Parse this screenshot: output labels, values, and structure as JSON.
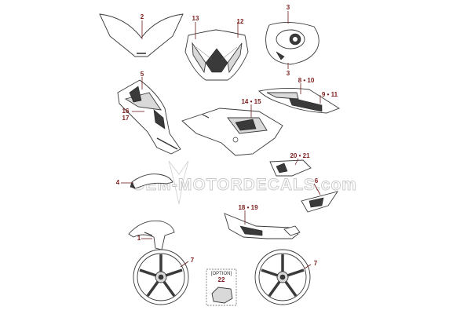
{
  "watermark": {
    "text": "OEM-MOTORDECALS.com"
  },
  "option_box": {
    "label": "[OPTION]",
    "number": "22"
  },
  "callouts": [
    {
      "id": "c2",
      "text": "2"
    },
    {
      "id": "c13",
      "text": "13"
    },
    {
      "id": "c12",
      "text": "12"
    },
    {
      "id": "c3a",
      "text": "3"
    },
    {
      "id": "c3b",
      "text": "3"
    },
    {
      "id": "c5",
      "text": "5"
    },
    {
      "id": "c810",
      "text": "8 • 10"
    },
    {
      "id": "c911",
      "text": "9 • 11"
    },
    {
      "id": "c1415",
      "text": "14 • 15"
    },
    {
      "id": "c16",
      "text": "16"
    },
    {
      "id": "c17",
      "text": "17"
    },
    {
      "id": "c2021",
      "text": "20 • 21"
    },
    {
      "id": "c4",
      "text": "4"
    },
    {
      "id": "c6",
      "text": "6"
    },
    {
      "id": "c1819",
      "text": "18 • 19"
    },
    {
      "id": "c1",
      "text": "1"
    },
    {
      "id": "c7a",
      "text": "7"
    },
    {
      "id": "c7b",
      "text": "7"
    }
  ],
  "colors": {
    "callout": "#7a1c1c",
    "line": "#3a3a3a",
    "watermark": "#c8c8c8"
  }
}
